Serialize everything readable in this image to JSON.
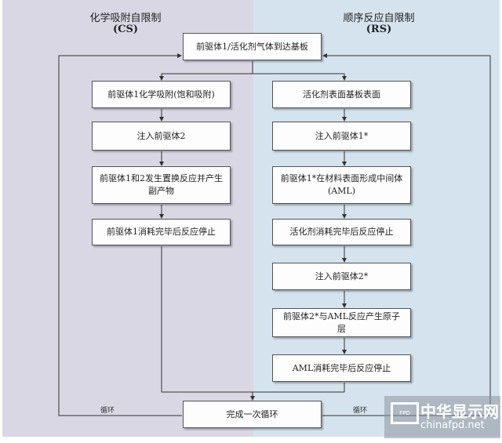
{
  "left": {
    "title": "化学吸附自限制",
    "abbr": "(CS)",
    "steps": [
      "前驱体1化学吸附(饱和吸附)",
      "注入前驱体2",
      "前驱体1和2发生置换反应并产生副产物",
      "前驱体1消耗完毕后反应停止"
    ]
  },
  "right": {
    "title": "顺序反应自限制",
    "abbr": "(RS)",
    "steps": [
      "活化剂表面基板表面",
      "注入前驱体1*",
      "前驱体1*在材料表面形成中间体(AML)",
      "活化剂消耗完毕后反应停止",
      "注入前驱体2*",
      "前驱体2*与AML反应产生原子层",
      "AML消耗完毕后反应停止"
    ]
  },
  "top_box": "前驱体1/活化剂气体到达基板",
  "bottom_box": "完成一次循环",
  "loop_label_left": "循环",
  "loop_label_right": "循环",
  "watermark": {
    "name": "中华显示网",
    "url": "chinafpd.net",
    "logo": "FPD"
  }
}
